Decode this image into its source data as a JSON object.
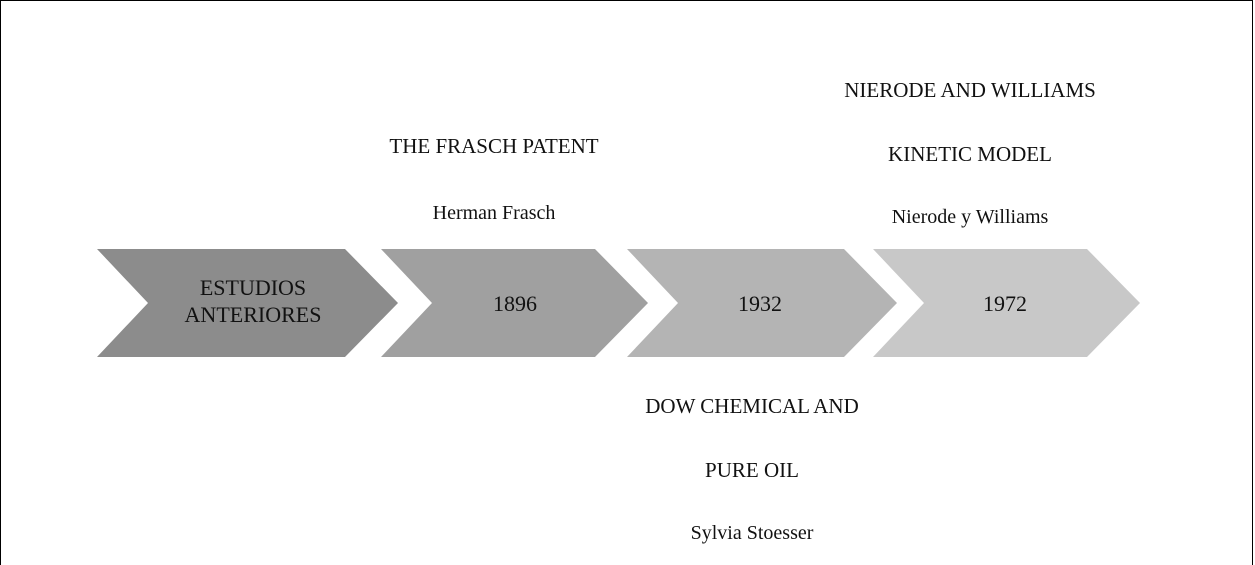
{
  "timeline": {
    "stages": [
      {
        "id": "previous",
        "lines": [
          "ESTUDIOS",
          "ANTERIORES"
        ],
        "color": "#8c8c8c"
      },
      {
        "id": "1896",
        "lines": [
          "1896"
        ],
        "color": "#a0a0a0"
      },
      {
        "id": "1932",
        "lines": [
          "1932"
        ],
        "color": "#b4b4b4"
      },
      {
        "id": "1972",
        "lines": [
          "1972"
        ],
        "color": "#c8c8c8"
      }
    ]
  },
  "annotations": {
    "frasch": {
      "title": "THE FRASCH PATENT",
      "author": "Herman Frasch"
    },
    "dow": {
      "title_line1": "DOW CHEMICAL AND",
      "title_line2": "PURE OIL",
      "author": "Sylvia Stoesser"
    },
    "nierode": {
      "title_line1": "NIERODE AND WILLIAMS",
      "title_line2": "KINETIC MODEL",
      "author": "Nierode y Williams"
    }
  }
}
